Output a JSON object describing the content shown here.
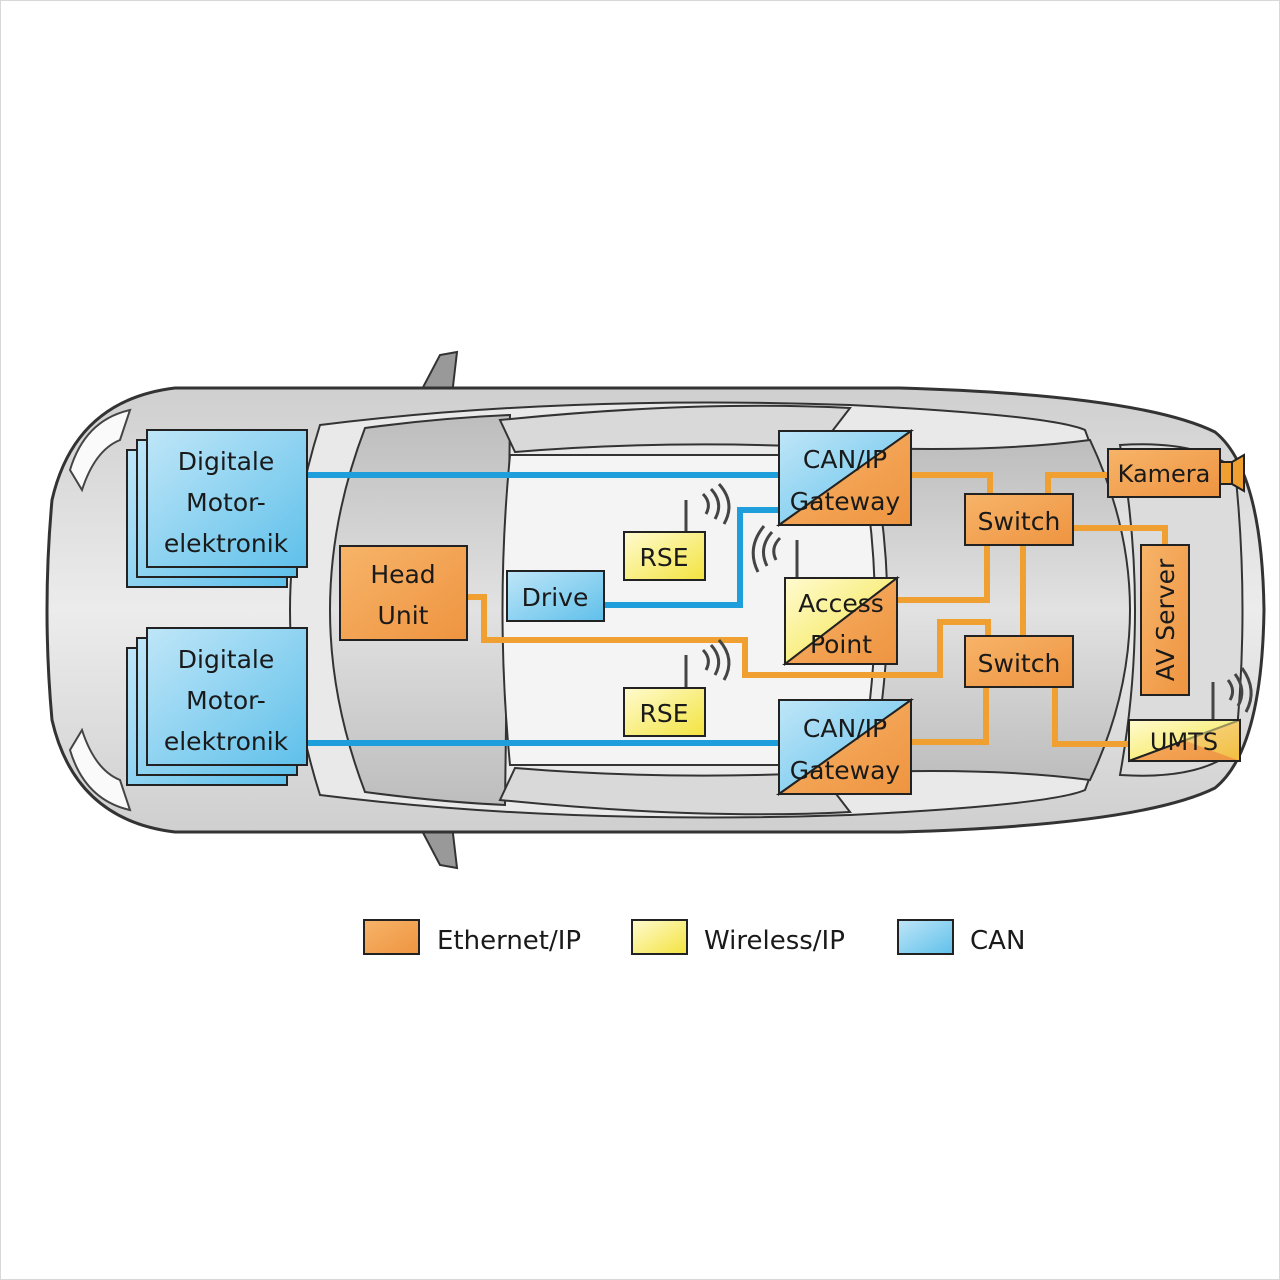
{
  "nodes": {
    "dme_top": [
      "Digitale",
      "Motor-",
      "elektronik"
    ],
    "dme_bottom": [
      "Digitale",
      "Motor-",
      "elektronik"
    ],
    "head_unit": [
      "Head",
      "Unit"
    ],
    "drive": "Drive",
    "rse_top": "RSE",
    "rse_bottom": "RSE",
    "gateway_top": [
      "CAN/IP",
      "Gateway"
    ],
    "gateway_bottom": [
      "CAN/IP",
      "Gateway"
    ],
    "access_point": [
      "Access",
      "Point"
    ],
    "switch_top": "Switch",
    "switch_bottom": "Switch",
    "kamera": "Kamera",
    "av_server": "AV Server",
    "umts": "UMTS"
  },
  "legend": {
    "ethernet": "Ethernet/IP",
    "wireless": "Wireless/IP",
    "can": "CAN"
  },
  "colors": {
    "ethernet": "#f0a030",
    "wireless": "#f5e84a",
    "can": "#1e9fdc",
    "car_body": "#d4d4d4"
  }
}
